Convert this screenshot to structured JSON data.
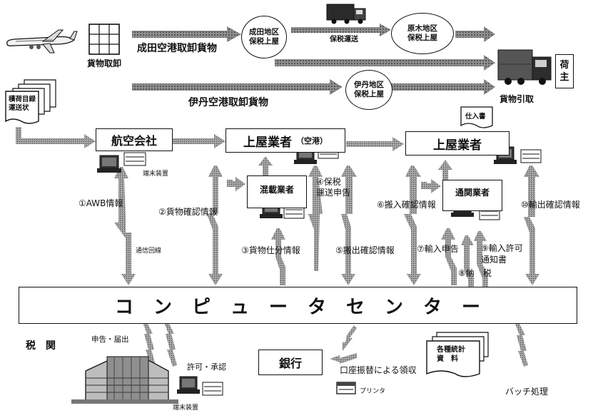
{
  "airports": {
    "unload": "貨物取卸",
    "narita_cargo": "成田空港取卸貨物",
    "itami_cargo": "伊丹空港取卸貨物",
    "narita_bonded": "成田地区\n保税上屋",
    "haraki_bonded": "原木地区\n保税上屋",
    "itami_bonded": "伊丹地区\n保税上屋",
    "bonded_transport": "保税運送",
    "cargo_pickup": "貨物引取",
    "consignee": "荷\n主"
  },
  "documents": {
    "manifest": "積荷目録\n運送状",
    "invoice": "仕入書",
    "stats": "各種統計\n資　料"
  },
  "boxes": {
    "airline": "航空会社",
    "warehouse_airport": "上屋業者",
    "warehouse_airport_sub": "（空港）",
    "consolidator": "混載業者",
    "warehouse": "上屋業者",
    "broker": "通関業者",
    "center": "コ　ン　ピ　ュ　ー　タ　セ　ン　タ　ー",
    "bank": "銀行"
  },
  "flows": {
    "f1": "①AWB情報",
    "f2": "②貨物確認情報",
    "f3": "③貨物仕分情報",
    "f4": "④保税\n運送申告",
    "f5": "⑤搬出確認情報",
    "f6": "⑥搬入確認情報",
    "f7": "⑦輸入申告",
    "f8": "⑧納　税",
    "f9": "⑨輸入許可\n通知書",
    "f10": "⑩輸出確認情報"
  },
  "misc": {
    "terminal": "端末装置",
    "line": "通信回線",
    "customs": "税　関",
    "declare": "申告・届出",
    "permit": "許可・承認",
    "terminal2": "端末装置",
    "transfer": "口座振替による領収",
    "printer": "プリンタ",
    "batch": "バッチ処理"
  },
  "colors": {
    "arrow": "#8a8a8a",
    "line": "#111111"
  }
}
